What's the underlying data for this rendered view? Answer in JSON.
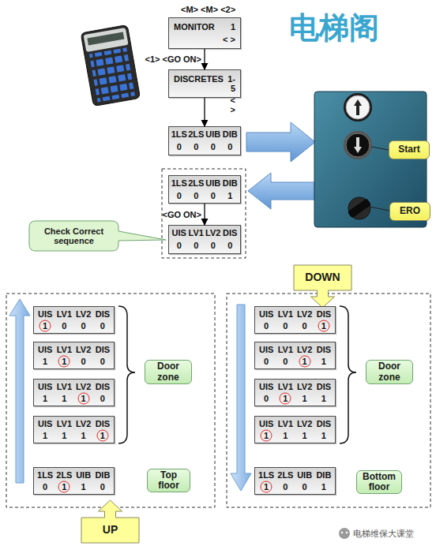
{
  "diagram": {
    "nodes": [
      {
        "text": [
          "MONITOR",
          "1",
          "< >"
        ]
      },
      {
        "text": [
          "DISCRETES",
          "1- 5",
          "< >"
        ]
      },
      {
        "text": [
          "1LS",
          "2LS",
          "UIB",
          "DIB",
          "0",
          "0",
          "0",
          "0"
        ]
      },
      {
        "text": [
          "Start"
        ]
      },
      {
        "text": [
          "ERO"
        ]
      },
      {
        "text": [
          "1LS",
          "2LS",
          "UIB",
          "DIB",
          "0",
          "0",
          "0",
          "1"
        ]
      },
      {
        "text": [
          "Check Correct sequence"
        ]
      },
      {
        "text": [
          "UIS",
          "LV1",
          "LV2",
          "DIS",
          "0",
          "0",
          "0",
          "0"
        ]
      },
      {
        "text": [
          "DOWN"
        ]
      },
      {
        "text": [
          "UIS",
          "LV1",
          "LV2",
          "DIS",
          "1",
          "0",
          "0",
          "0"
        ]
      },
      {
        "text": [
          "UIS",
          "LV1",
          "LV2",
          "DIS",
          "1",
          "1",
          "0",
          "0"
        ]
      },
      {
        "text": [
          "UIS",
          "LV1",
          "LV2",
          "DIS",
          "1",
          "1",
          "1",
          "0"
        ]
      },
      {
        "text": [
          "UIS",
          "LV1",
          "LV2",
          "DIS",
          "1",
          "1",
          "1",
          "1"
        ]
      },
      {
        "text": [
          "Door zone"
        ]
      },
      {
        "text": [
          "1LS",
          "2LS",
          "UIB",
          "DIB",
          "0",
          "1",
          "1",
          "0"
        ]
      },
      {
        "text": [
          "Top floor"
        ]
      },
      {
        "text": [
          "UIS",
          "LV1",
          "LV2",
          "DIS",
          "0",
          "0",
          "0",
          "1"
        ]
      },
      {
        "text": [
          "UIS",
          "LV1",
          "LV2",
          "DIS",
          "0",
          "0",
          "1",
          "1"
        ]
      },
      {
        "text": [
          "UIS",
          "LV1",
          "LV2",
          "DIS",
          "0",
          "1",
          "1",
          "1"
        ]
      },
      {
        "text": [
          "UIS",
          "LV1",
          "LV2",
          "DIS",
          "1",
          "1",
          "1",
          "1"
        ]
      },
      {
        "text": [
          "Door zone"
        ]
      },
      {
        "text": [
          "1LS",
          "2LS",
          "UIB",
          "DIB",
          "1",
          "0",
          "0",
          "1"
        ]
      },
      {
        "text": [
          "Bottom floor"
        ]
      },
      {
        "text": [
          "UP"
        ]
      }
    ],
    "edges": [
      {
        "from": 0,
        "to": 1,
        "arrow": "to",
        "label": "<1> <GO ON>"
      },
      {
        "from": 1,
        "to": 2,
        "arrow": "to"
      },
      {
        "from": 5,
        "to": 7,
        "arrow": "to",
        "label": "<GO ON>"
      }
    ],
    "labels": [
      "<M> <M> <2>",
      "电梯阁",
      "电梯维保大课堂"
    ]
  }
}
